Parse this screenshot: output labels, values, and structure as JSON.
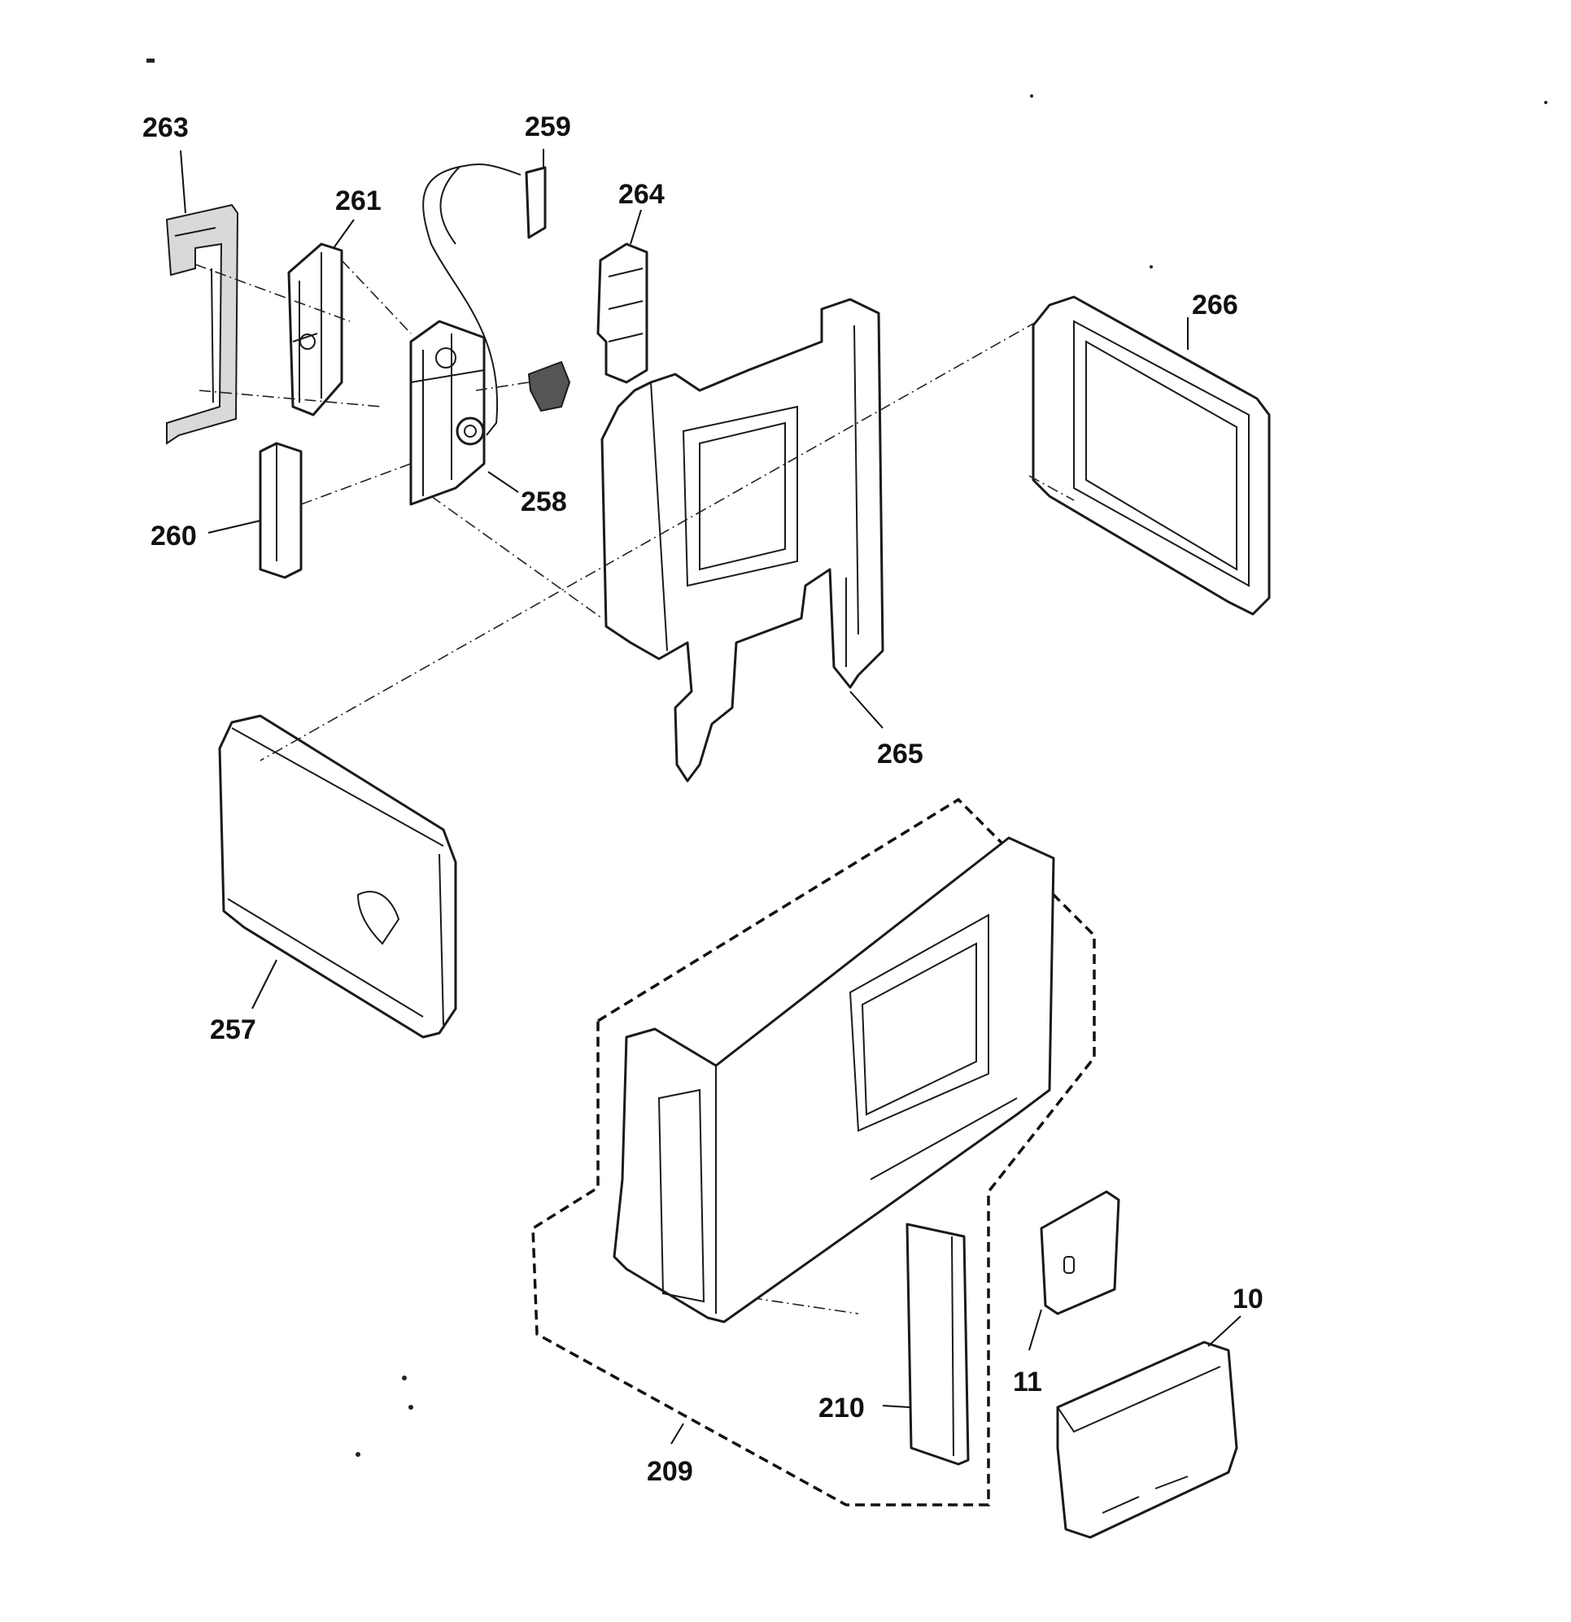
{
  "callouts": [
    {
      "id": "263",
      "label": "263"
    },
    {
      "id": "261",
      "label": "261"
    },
    {
      "id": "259",
      "label": "259"
    },
    {
      "id": "264",
      "label": "264"
    },
    {
      "id": "266",
      "label": "266"
    },
    {
      "id": "258",
      "label": "258"
    },
    {
      "id": "260",
      "label": "260"
    },
    {
      "id": "265",
      "label": "265"
    },
    {
      "id": "257",
      "label": "257"
    },
    {
      "id": "10",
      "label": "10"
    },
    {
      "id": "11",
      "label": "11"
    },
    {
      "id": "210",
      "label": "210"
    },
    {
      "id": "209",
      "label": "209"
    }
  ]
}
